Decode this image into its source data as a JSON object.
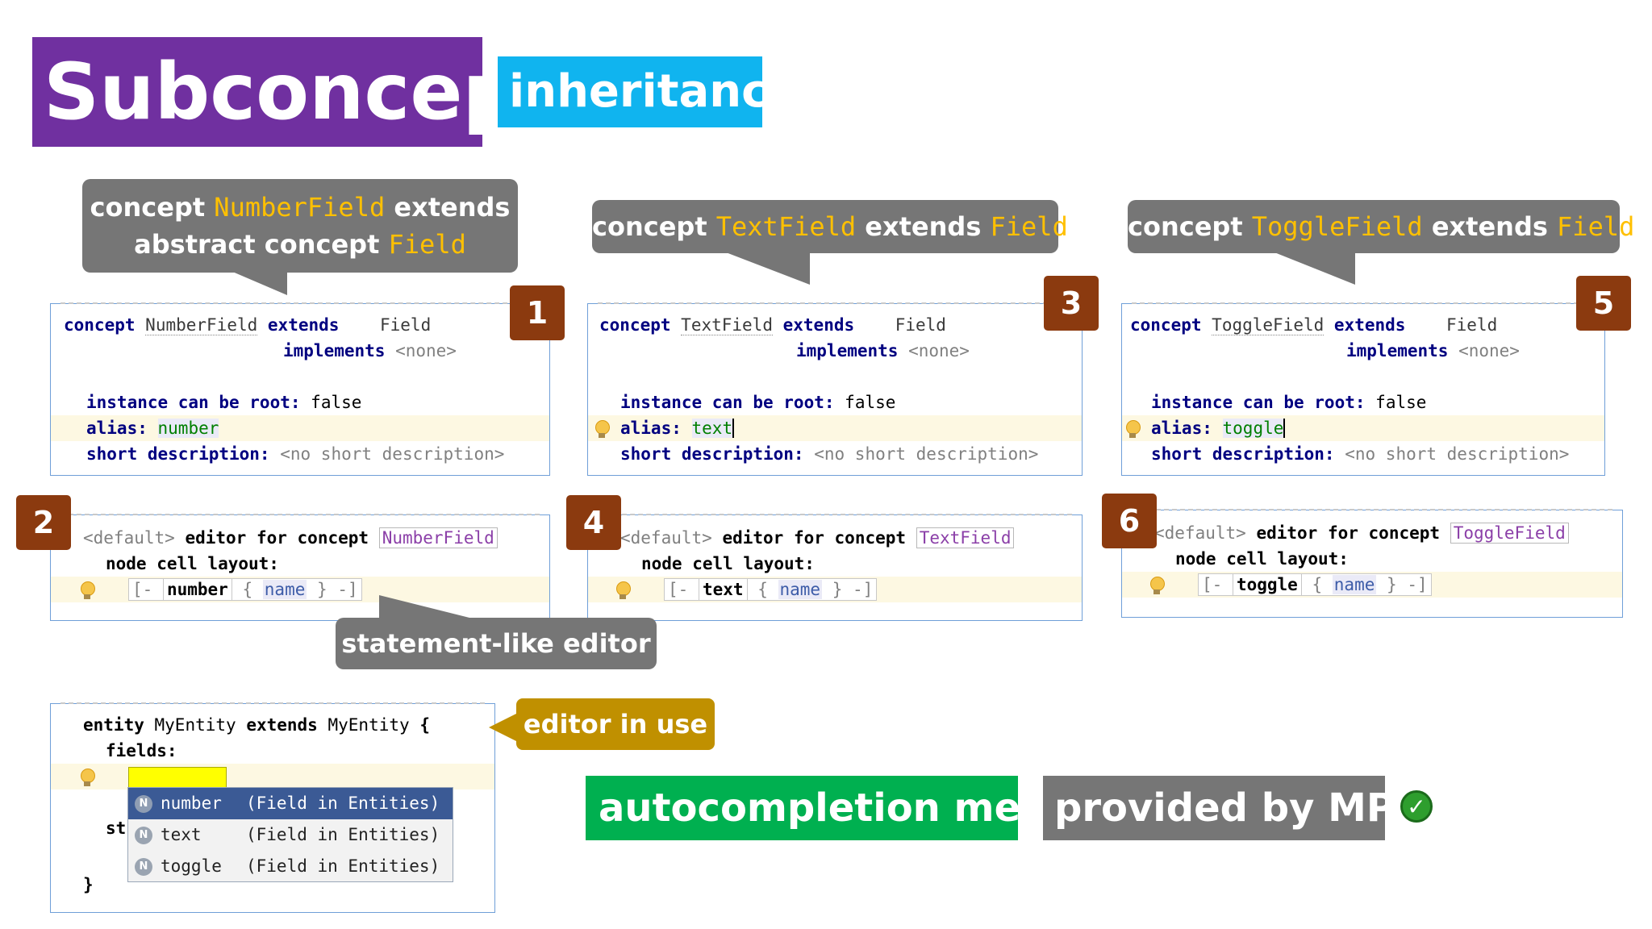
{
  "title": {
    "main": "Subconcepts",
    "tag": "inheritance"
  },
  "callouts": {
    "c1_prefix": "concept ",
    "c1_name": "NumberField",
    "c1_mid": " extends",
    "c1_line2_prefix": "abstract concept ",
    "c1_line2_name": "Field",
    "c2_prefix": "concept ",
    "c2_name": "TextField",
    "c2_mid": " extends ",
    "c2_base": "Field",
    "c3_prefix": "concept ",
    "c3_name": "ToggleField",
    "c3_mid": " extends ",
    "c3_base": "Field",
    "statement": "statement-like editor",
    "editor_in_use": "editor in use"
  },
  "badges": [
    "1",
    "2",
    "3",
    "4",
    "5",
    "6"
  ],
  "concepts": [
    {
      "kw_concept": "concept",
      "name": "NumberField",
      "kw_extends": "extends",
      "base": "Field",
      "kw_implements": "implements",
      "implements": "<none>",
      "root_label": "instance can be root:",
      "root_value": "false",
      "alias_label": "alias:",
      "alias_value": "number",
      "desc_label": "short description:",
      "desc_value": "<no short description>"
    },
    {
      "kw_concept": "concept",
      "name": "TextField",
      "kw_extends": "extends",
      "base": "Field",
      "kw_implements": "implements",
      "implements": "<none>",
      "root_label": "instance can be root:",
      "root_value": "false",
      "alias_label": "alias:",
      "alias_value": "text",
      "desc_label": "short description:",
      "desc_value": "<no short description>"
    },
    {
      "kw_concept": "concept",
      "name": "ToggleField",
      "kw_extends": "extends",
      "base": "Field",
      "kw_implements": "implements",
      "implements": "<none>",
      "root_label": "instance can be root:",
      "root_value": "false",
      "alias_label": "alias:",
      "alias_value": "toggle",
      "desc_label": "short description:",
      "desc_value": "<no short description>"
    }
  ],
  "editors": [
    {
      "default": "<default>",
      "label": "editor for concept",
      "concept": "NumberField",
      "layout_label": "node cell layout:",
      "open": "[-",
      "keyword": "number",
      "lbrace": "{",
      "prop": "name",
      "rbrace": "}",
      "close": "-]"
    },
    {
      "default": "<default>",
      "label": "editor for concept",
      "concept": "TextField",
      "layout_label": "node cell layout:",
      "open": "[-",
      "keyword": "text",
      "lbrace": "{",
      "prop": "name",
      "rbrace": "}",
      "close": "-]"
    },
    {
      "default": "<default>",
      "label": "editor for concept",
      "concept": "ToggleField",
      "layout_label": "node cell layout:",
      "open": "[-",
      "keyword": "toggle",
      "lbrace": "{",
      "prop": "name",
      "rbrace": "}",
      "close": "-]"
    }
  ],
  "usage": {
    "kw_entity": "entity",
    "name": "MyEntity",
    "kw_extends": "extends",
    "base": "MyEntity",
    "open": "{",
    "fields_label": "fields:",
    "hidden_prefix": "st",
    "close": "}"
  },
  "completion": [
    {
      "icon": "N",
      "name": "number",
      "desc": "(Field in Entities)"
    },
    {
      "icon": "N",
      "name": "text",
      "desc": "(Field in Entities)"
    },
    {
      "icon": "N",
      "name": "toggle",
      "desc": "(Field in Entities)"
    }
  ],
  "bottom": {
    "autocompletion": "autocompletion menu",
    "provided": "provided by MPS",
    "check_icon": "check-icon"
  },
  "colors": {
    "purple": "#7030a0",
    "cyan": "#10b4ef",
    "callout": "#767676",
    "highlight": "#ffc000",
    "badge": "#8b3a0f",
    "green": "#00b050",
    "gold": "#c09000"
  }
}
